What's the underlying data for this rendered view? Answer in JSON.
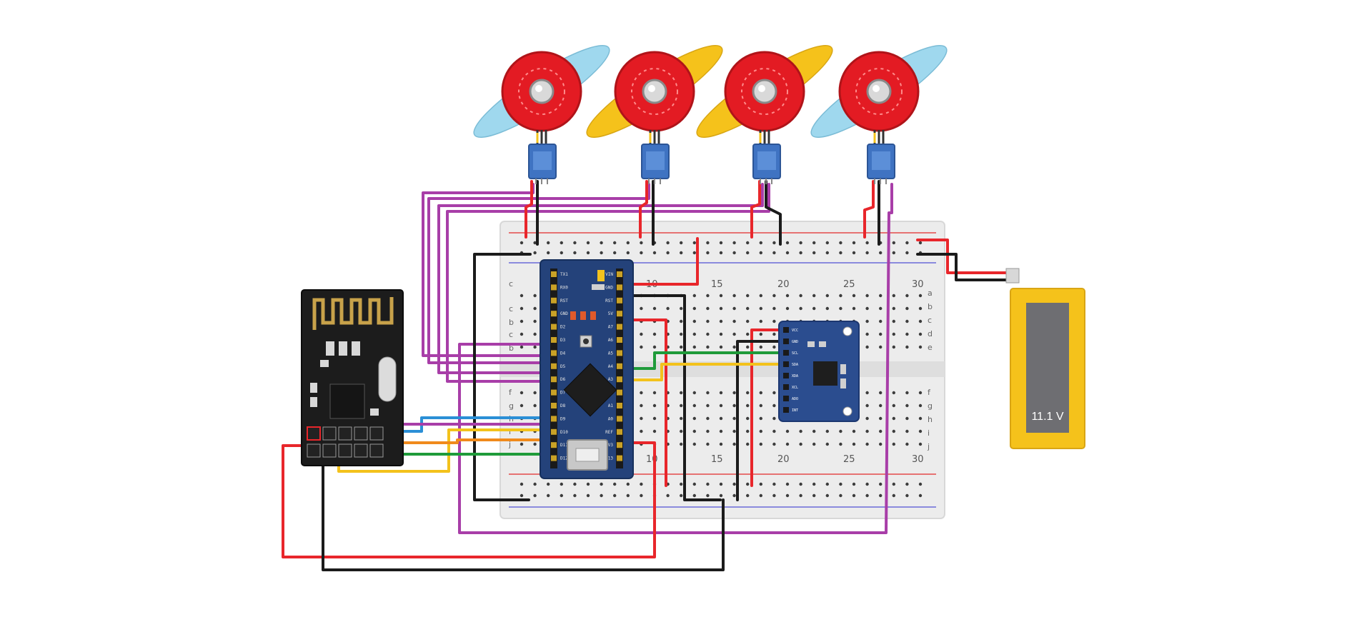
{
  "battery": {
    "label": "11.1 V",
    "body_color": "#f5c21b",
    "cell_color": "#6e6e72"
  },
  "breadboard": {
    "column_numbers_top": [
      "10",
      "15",
      "20",
      "25",
      "30"
    ],
    "column_numbers_bottom": [
      "10",
      "15",
      "20",
      "25",
      "30"
    ],
    "row_letters_left": [
      "c",
      "c",
      "b",
      "c",
      "b",
      "f",
      "g",
      "h",
      "i",
      "j"
    ],
    "row_letters_right": [
      "a",
      "b",
      "c",
      "d",
      "e",
      "f",
      "g",
      "h",
      "i",
      "j"
    ]
  },
  "arduino": {
    "left_pins": [
      "TX1",
      "RX0",
      "RST",
      "GND",
      "D2",
      "D3",
      "D4",
      "D5",
      "D6",
      "D7",
      "D8",
      "D9",
      "D10",
      "D11",
      "D12"
    ],
    "right_pins": [
      "VIN",
      "GND",
      "RST",
      "5V",
      "A7",
      "A6",
      "A5",
      "A4",
      "A3",
      "A2",
      "A1",
      "A0",
      "REF",
      "3V3",
      "D13"
    ],
    "board_color": "#24427a"
  },
  "imu": {
    "pins": [
      "VCC",
      "GND",
      "SCL",
      "SDA",
      "XDA",
      "XCL",
      "ADO",
      "INT"
    ],
    "board_color": "#2b4d8f"
  },
  "motors": [
    {
      "prop_color": "#9fd8ee"
    },
    {
      "prop_color": "#f5c21b"
    },
    {
      "prop_color": "#f5c21b"
    },
    {
      "prop_color": "#9fd8ee"
    }
  ],
  "wire_colors": {
    "red": "#e8262b",
    "black": "#1b1b1b",
    "purple": "#a83ea8",
    "green": "#1f9b3a",
    "yellow": "#f3c21c",
    "blue": "#2b8fd6",
    "orange": "#f08a1c"
  }
}
